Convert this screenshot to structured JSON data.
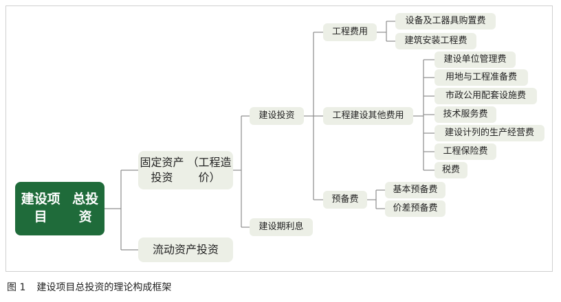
{
  "diagram": {
    "root": {
      "line1": "建设项目",
      "line2": "总投资"
    },
    "fixed_assets": {
      "line1": "固定资产投资",
      "line2": "（工程造价）"
    },
    "working_capital": "流动资产投资",
    "construction_investment": "建设投资",
    "interest": "建设期利息",
    "engineering_cost": "工程费用",
    "other_cost": "工程建设其他费用",
    "reserve": "预备费",
    "equipment": "设备及工器具购置费",
    "installation": "建筑安装工程费",
    "other_items": [
      "建设单位管理费",
      "用地与工程准备费",
      "市政公用配套设施费",
      "技术服务费",
      "建设计列的生产经营费",
      "工程保险费",
      "税费"
    ],
    "basic_reserve": "基本预备费",
    "price_reserve": "价差预备费"
  },
  "caption": {
    "number": "图 1",
    "text": "建设项目总投资的理论构成框架"
  },
  "colors": {
    "root": "#1f6b3a",
    "node": "#ecefe6",
    "line": "#8c8c8c"
  }
}
